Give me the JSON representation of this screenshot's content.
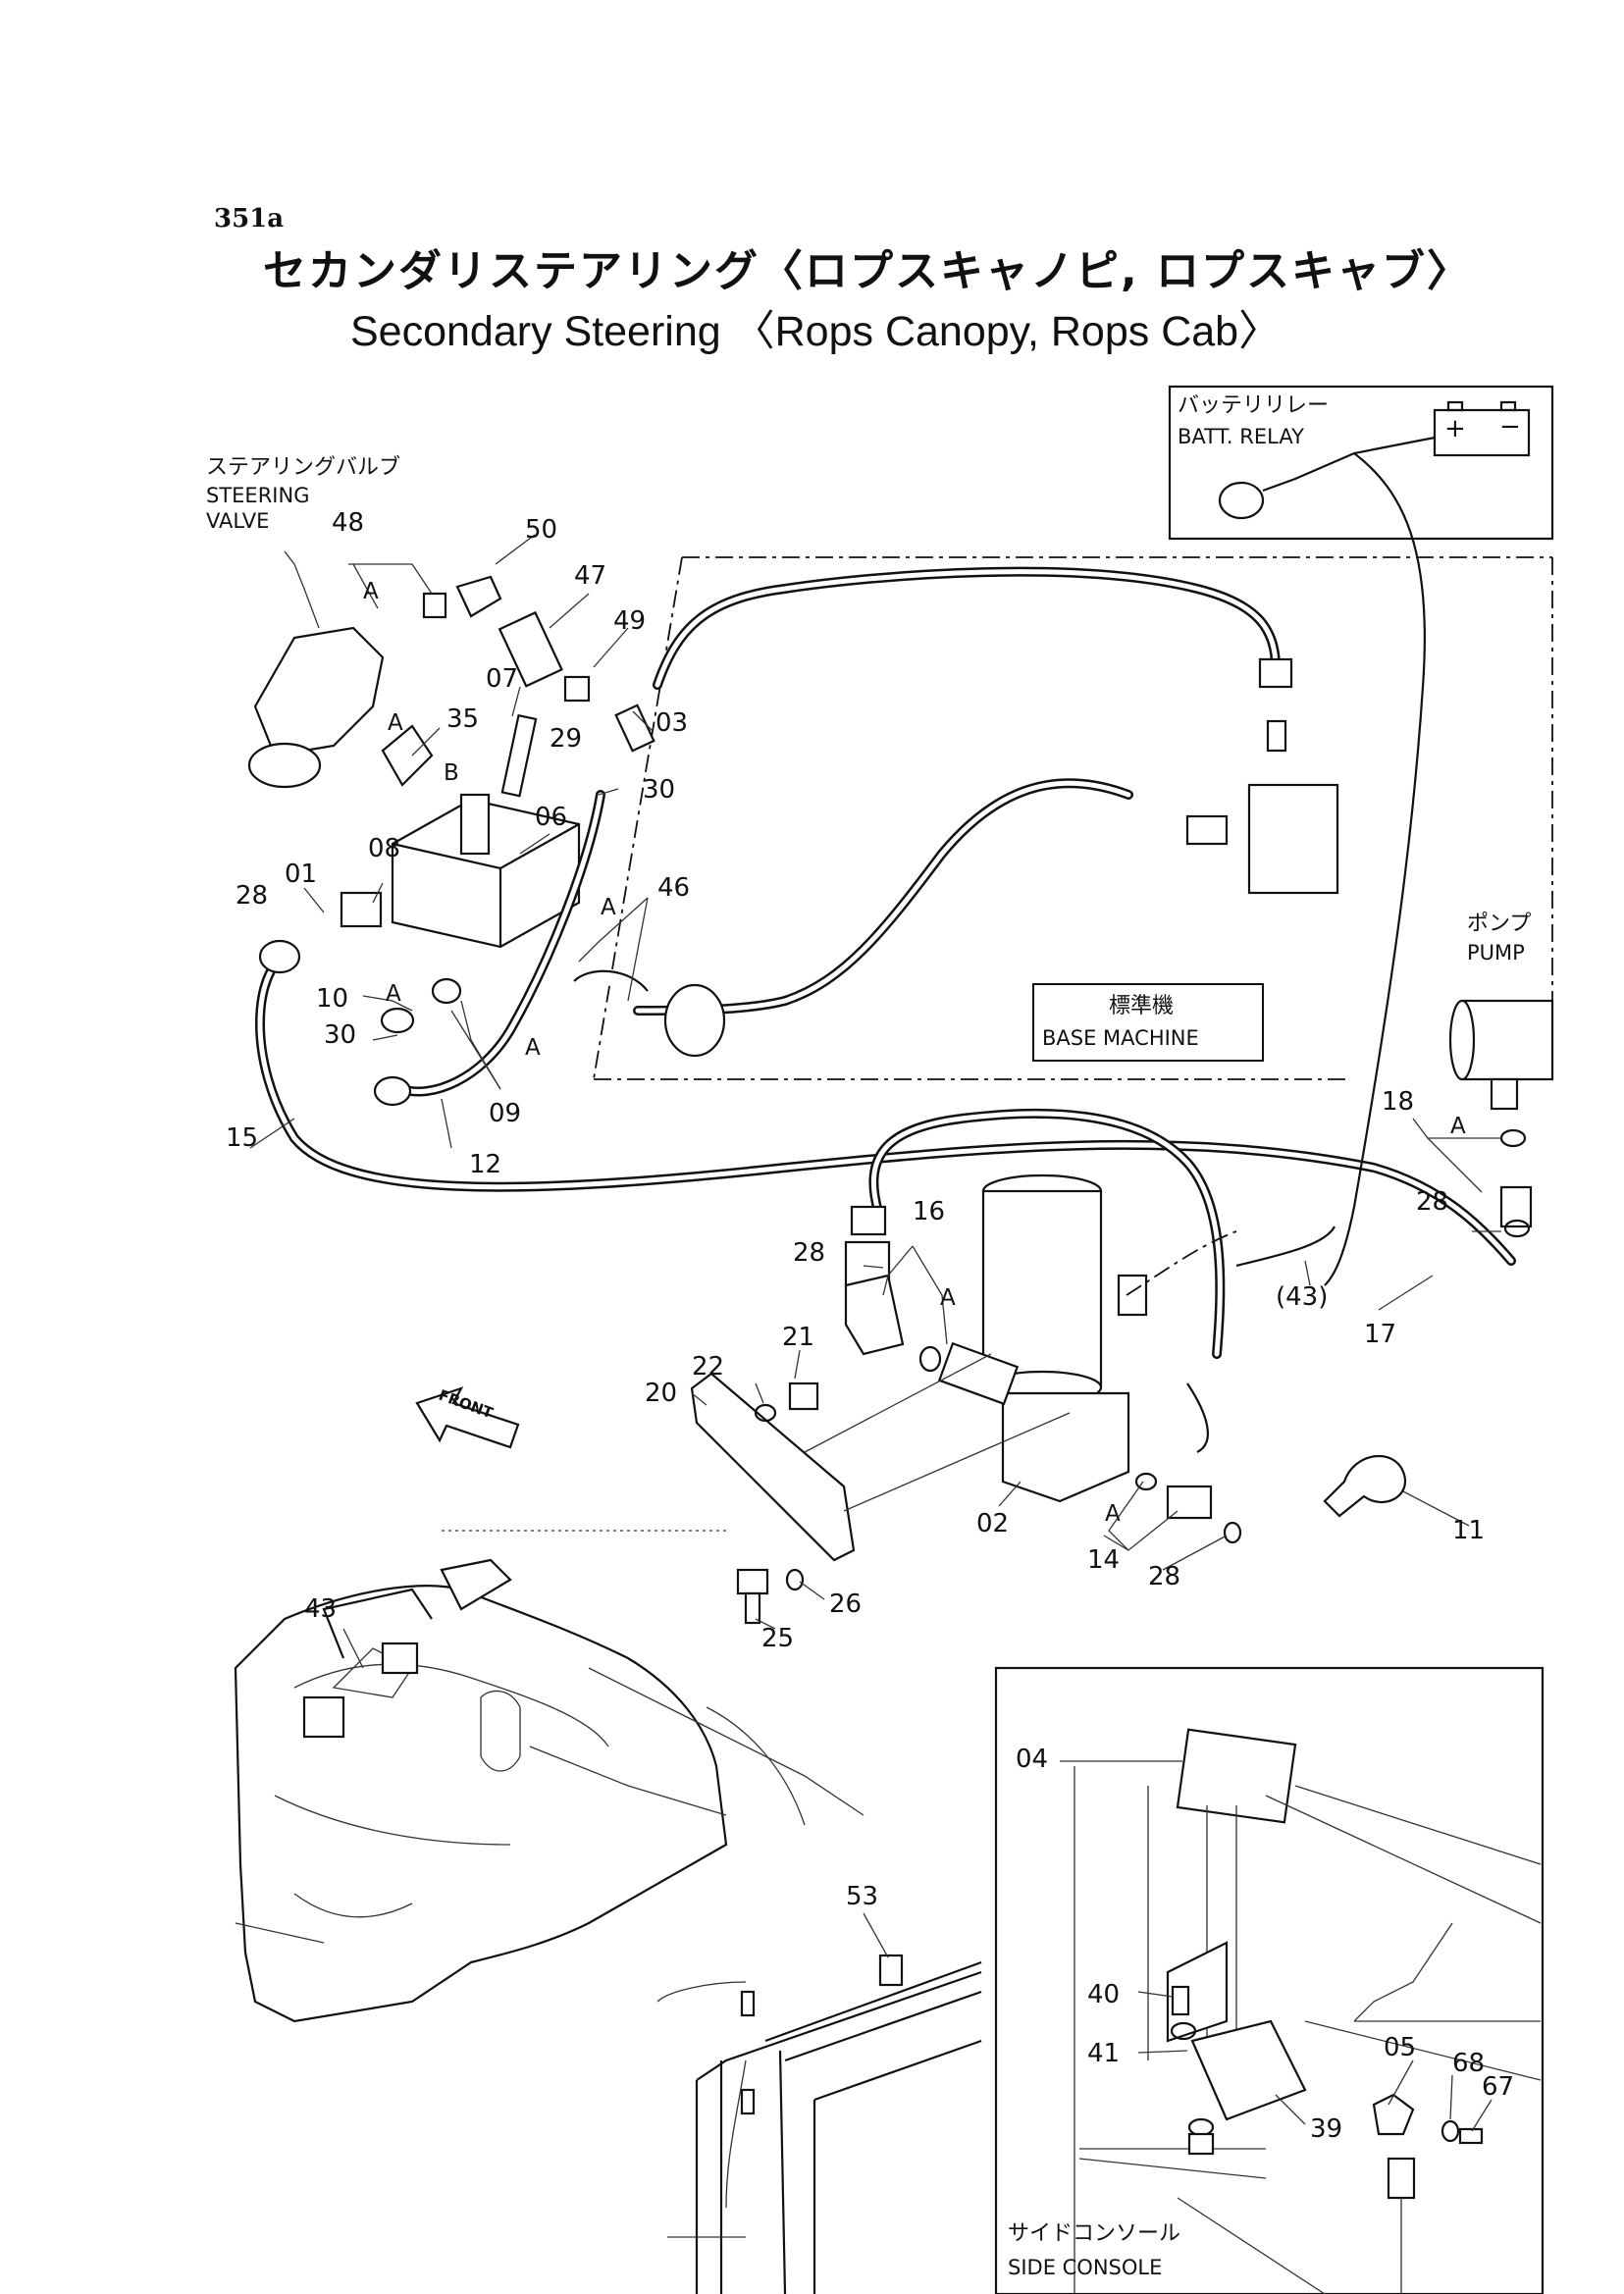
{
  "header": {
    "page_code": "351a",
    "title_ja": "セカンダリステアリング〈ロプスキャノピ, ロプスキャブ〉",
    "title_en": "Secondary Steering 〈Rops Canopy, Rops Cab〉"
  },
  "labels": {
    "steering_valve_ja": "ステアリングバルブ",
    "steering_valve_en_1": "STEERING",
    "steering_valve_en_2": "VALVE",
    "batt_relay_ja": "バッテリリレー",
    "batt_relay_en": "BATT. RELAY",
    "base_machine_ja": "標準機",
    "base_machine_en": "BASE MACHINE",
    "pump_ja": "ポンプ",
    "pump_en": "PUMP",
    "side_console_ja": "サイドコンソール",
    "side_console_en": "SIDE CONSOLE",
    "front_arrow": "FRONT",
    "battery_plus": "+",
    "battery_minus": "−"
  },
  "part_numbers": {
    "p48": "48",
    "p50": "50",
    "p47": "47",
    "p49": "49",
    "p07": "07",
    "p03": "03",
    "p29": "29",
    "p35": "35",
    "p30a": "30",
    "p06": "06",
    "p08": "08",
    "p01": "01",
    "p28a": "28",
    "p46": "46",
    "p10": "10",
    "p30b": "30",
    "p09": "09",
    "p12": "12",
    "p15": "15",
    "p18": "18",
    "p28b": "28",
    "p16": "16",
    "p28c": "28",
    "p43a": "(43)",
    "p17": "17",
    "p21": "21",
    "p22": "22",
    "p20": "20",
    "p02": "02",
    "p14": "14",
    "p28d": "28",
    "p11": "11",
    "p26": "26",
    "p25": "25",
    "p43b": "43",
    "p53": "53",
    "p04": "04",
    "p40": "40",
    "p41": "41",
    "p05": "05",
    "p68": "68",
    "p67": "67",
    "p39": "39"
  },
  "callout_letters": {
    "a1": "A",
    "a2": "A",
    "b1": "B",
    "a3": "A",
    "a4": "A",
    "a5": "A",
    "a6": "A",
    "a7": "A",
    "a8": "A"
  }
}
